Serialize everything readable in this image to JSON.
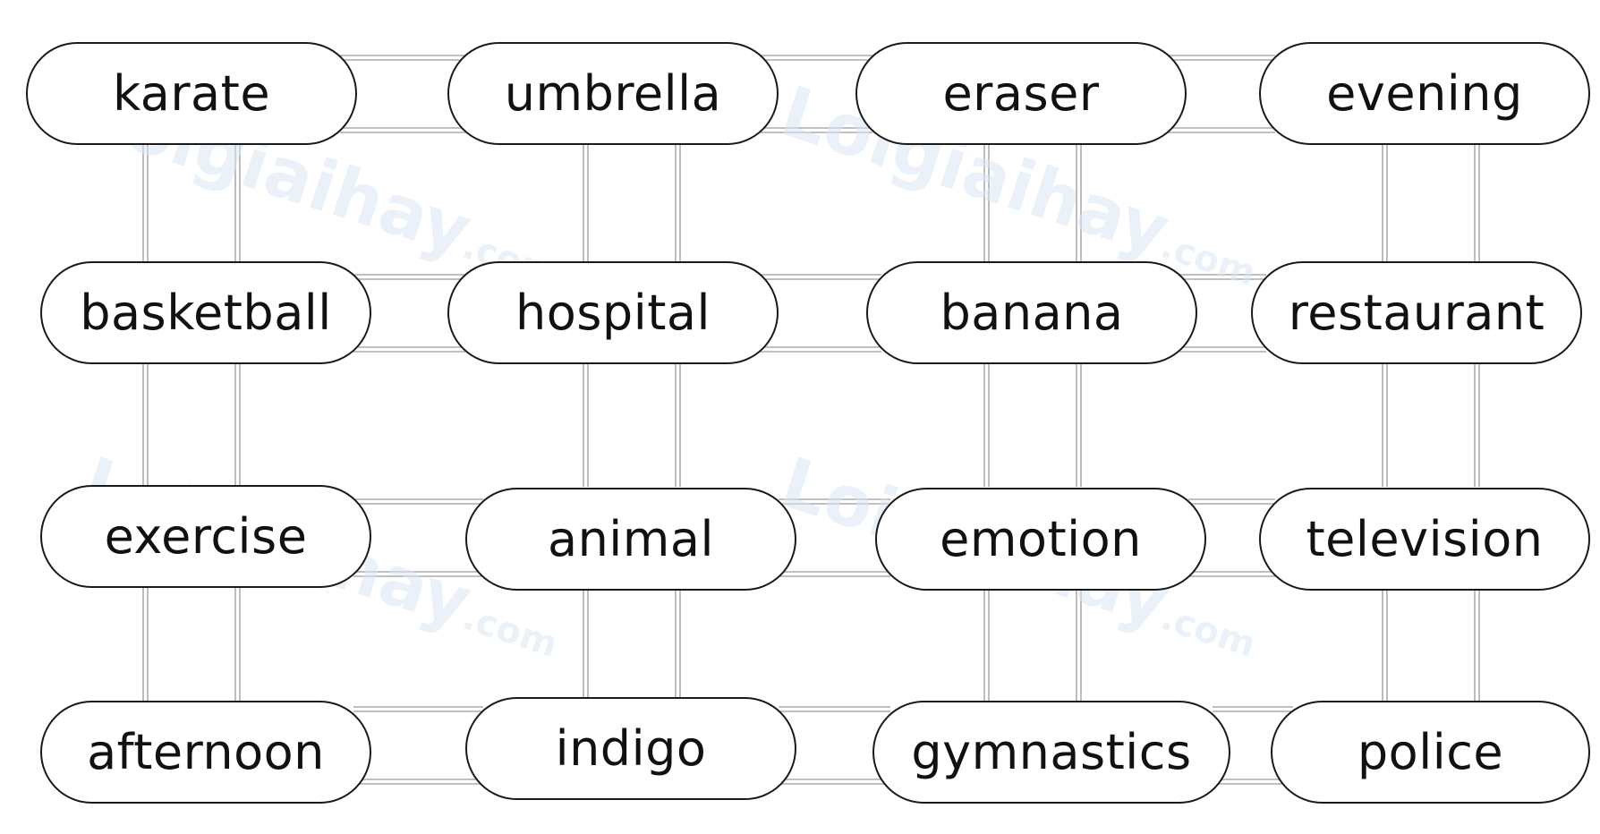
{
  "words": [
    [
      "karate",
      "umbrella",
      "eraser",
      "evening"
    ],
    [
      "basketball",
      "hospital",
      "banana",
      "restaurant"
    ],
    [
      "exercise",
      "animal",
      "emotion",
      "television"
    ],
    [
      "afternoon",
      "indigo",
      "gymnastics",
      "police"
    ]
  ],
  "watermark": {
    "brand": "Loigiaihay",
    "domain": ".com"
  },
  "colors": {
    "pill_border": "#1a1a1a",
    "connector": "#9a9a9a",
    "text": "#111111",
    "watermark": "#dbe6f3"
  }
}
